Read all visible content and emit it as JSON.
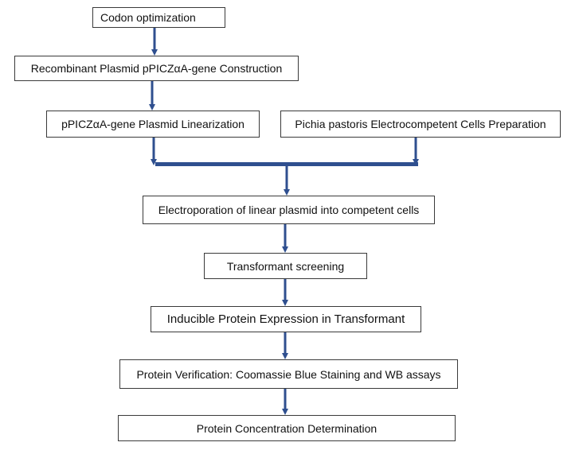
{
  "steps": {
    "codon": "Codon optimization",
    "recombinant": "Recombinant Plasmid pPICZαA-gene Construction",
    "linearization": "pPICZαA-gene Plasmid Linearization",
    "pichia": "Pichia pastoris Electrocompetent Cells Preparation",
    "electroporation": "Electroporation of linear plasmid into competent cells",
    "screening": "Transformant screening",
    "expression": "Inducible Protein Expression in Transformant",
    "verification": "Protein Verification: Coomassie Blue Staining and WB assays",
    "concentration": "Protein Concentration Determination"
  },
  "colors": {
    "connector": "#2f4f8f",
    "border": "#3a3a3a"
  }
}
